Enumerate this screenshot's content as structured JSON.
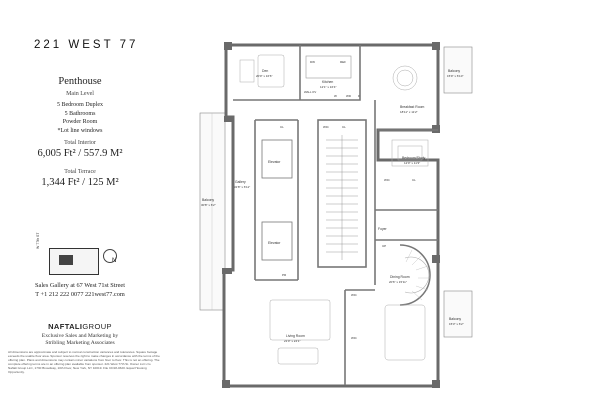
{
  "brand": "221 WEST 77",
  "unit": {
    "title": "Penthouse",
    "level": "Main Level",
    "features": [
      "5 Bedroom Duplex",
      "5 Bathrooms",
      "Powder Room",
      "*Lot line windows"
    ],
    "interior_label": "Total Interior",
    "interior_value": "6,005 Ft² / 557.9 M²",
    "terrace_label": "Total Terrace",
    "terrace_value": "1,344 Ft² / 125 M²"
  },
  "keyplan": {
    "tag": "W 77th ST",
    "north": "N"
  },
  "contact": {
    "line1": "Sales Gallery at 67 West 71st Street",
    "line2": "T +1 212 222 0077   221west77.com"
  },
  "developer": {
    "name": "NAFTALI",
    "suffix": "GROUP"
  },
  "marketing": {
    "line1": "Exclusive Sales and Marketing by",
    "line2": "Stribling Marketing Associates"
  },
  "disclaimer": "All dimensions are approximate and subject to normal construction variances and tolerances. Square footage exceeds the usable floor area. Sponsor reserves the right to make changes in accordance with the terms of the offering plan. Plans and dimensions may contain minor variations from floor to floor. This is not an offering. The complete offering terms are in an offering plan available from sponsor. 221 West 77th St. Owner LLC c/o Naftali Group LLC, 1730 Broadway, 10th Floor, New York, NY 10019. File CD18-0320. Equal Housing Opportunity.",
  "rooms": {
    "den": {
      "name": "Den",
      "dims": "20'0\" x 16'6\""
    },
    "kitchen": {
      "name": "Kitchen",
      "dims": "12'1\" x 16'4\""
    },
    "dw": "DW",
    "ref": "REF",
    "wall_oven": "WALL OV",
    "kitchen_row": [
      "W",
      "WD",
      "F"
    ],
    "balcony_top": {
      "name": "Balcony",
      "dims": "15'9\" x 6'10\""
    },
    "breakfast": {
      "name": "Breakfast Room",
      "dims": "18'11\" x 11'2\""
    },
    "cl": "CL",
    "wic": "WIC",
    "elevator1": "Elevator",
    "elevator2": "Elevator",
    "gallery": {
      "name": "Gallery",
      "dims": "31'8\" x 6'11\""
    },
    "bedroom": {
      "name": "Bedroom/Study",
      "dims": "12'0\" x 11'3\""
    },
    "balcony_left": {
      "name": "Balcony",
      "dims": "30'8\" x 6'2\""
    },
    "foyer": "Foyer",
    "up": "UP",
    "pr": "PR",
    "dining": {
      "name": "Dining Room",
      "dims": "20'6\" x 15'11\""
    },
    "balcony_right": {
      "name": "Balcony",
      "dims": "15'3\" x 6'2\""
    },
    "living": {
      "name": "Living Room",
      "dims": "21'0\" x 24'1\""
    }
  }
}
